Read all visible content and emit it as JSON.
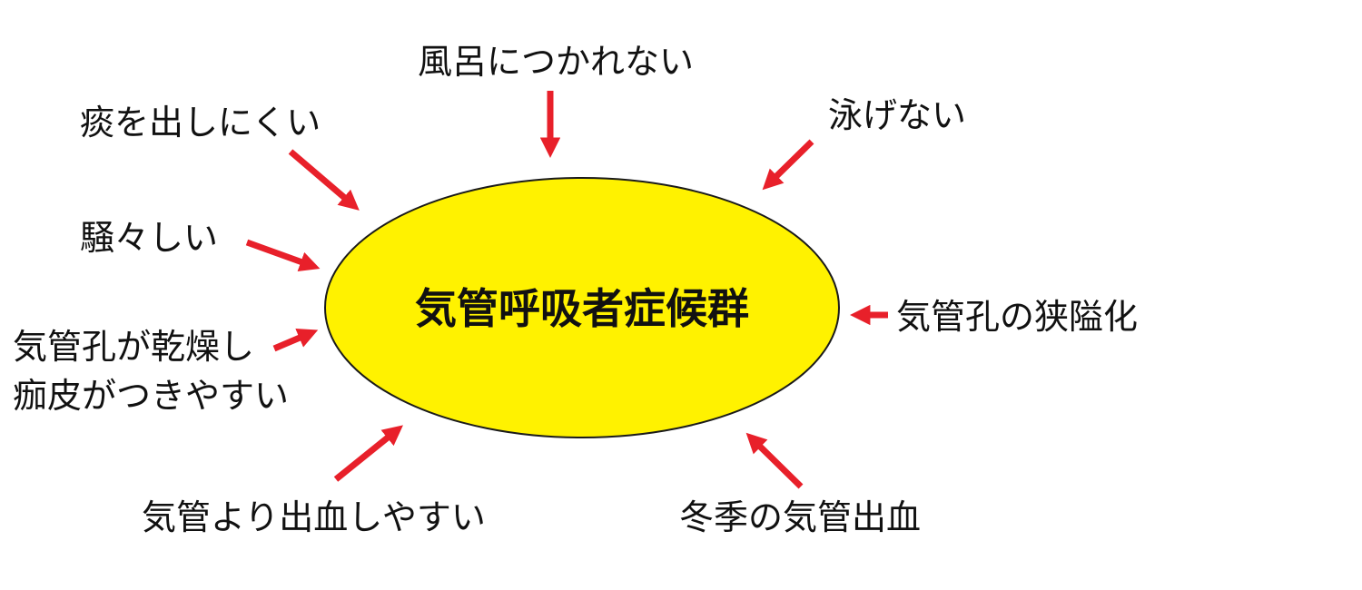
{
  "center": {
    "label": "気管呼吸者症候群",
    "fill_color": "#FFF200",
    "stroke_color": "#1a1a1a"
  },
  "arrow_color": "#E8202A",
  "symptoms": [
    {
      "id": "bath",
      "lines": [
        "風呂につかれない"
      ]
    },
    {
      "id": "swim",
      "lines": [
        "泳げない"
      ]
    },
    {
      "id": "sputum",
      "lines": [
        "痰を出しにくい"
      ]
    },
    {
      "id": "noisy",
      "lines": [
        "騒々しい"
      ]
    },
    {
      "id": "dry",
      "lines": [
        "気管孔が乾燥し",
        "痂皮がつきやすい"
      ]
    },
    {
      "id": "stenosis",
      "lines": [
        "気管孔の狭隘化"
      ]
    },
    {
      "id": "bleed",
      "lines": [
        "気管より出血しやすい"
      ]
    },
    {
      "id": "winter",
      "lines": [
        "冬季の気管出血"
      ]
    }
  ]
}
